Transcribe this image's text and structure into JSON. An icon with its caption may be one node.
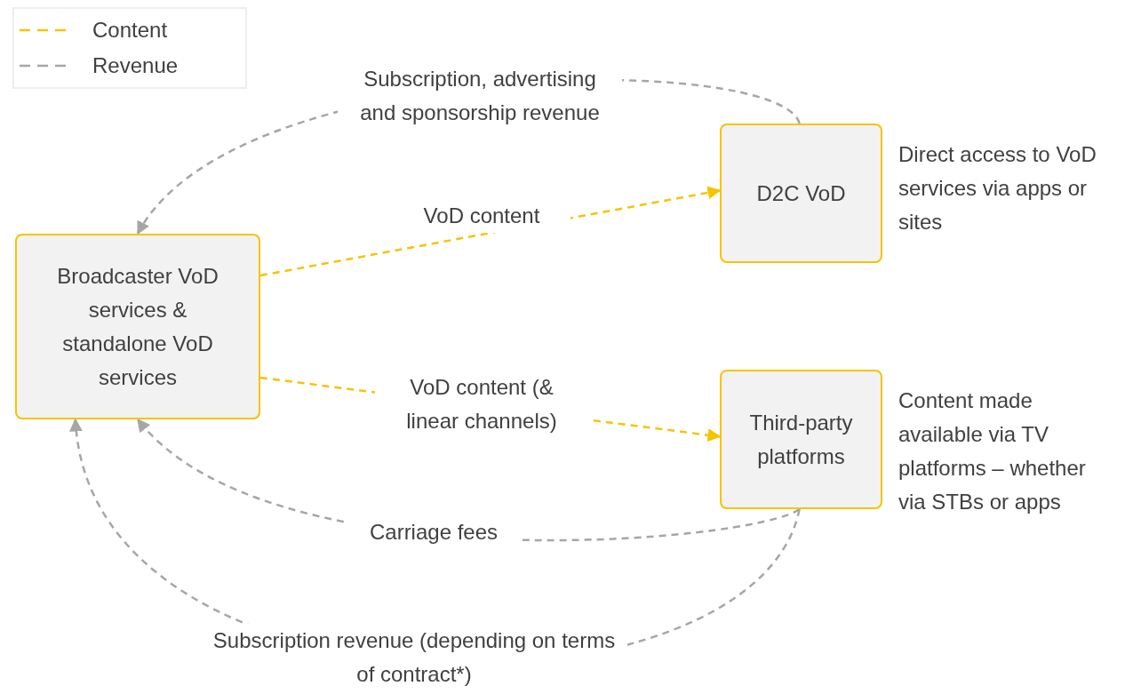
{
  "diagram": {
    "nodes": [
      {
        "text": [
          "Broadcaster VoD services & standalone VoD services"
        ]
      },
      {
        "text": [
          "D2C VoD"
        ],
        "beside": [
          "Direct access to VoD services via apps or sites"
        ]
      },
      {
        "text": [
          "Third-party platforms"
        ],
        "beside": [
          "Content made available via TV platforms – whether via STBs or apps"
        ]
      }
    ],
    "edges": [
      {
        "from": 1,
        "to": 0,
        "arrow": "to",
        "label": "Subscription, advertising and sponsorship revenue",
        "style": "dashed"
      },
      {
        "from": 0,
        "to": 1,
        "arrow": "to",
        "label": "VoD content",
        "style": "dashed",
        "color": "#f5c400"
      },
      {
        "from": 0,
        "to": 2,
        "arrow": "to",
        "label": "VoD content (& linear channels)",
        "style": "dashed",
        "color": "#f5c400"
      },
      {
        "from": 2,
        "to": 0,
        "arrow": "to",
        "label": "Carriage fees",
        "style": "dashed"
      },
      {
        "from": 2,
        "to": 0,
        "arrow": "to",
        "label": "Subscription revenue (depending on terms of contract*)",
        "style": "dashed"
      }
    ],
    "legend": [
      {
        "text": "Content"
      },
      {
        "text": "Revenue"
      }
    ]
  }
}
